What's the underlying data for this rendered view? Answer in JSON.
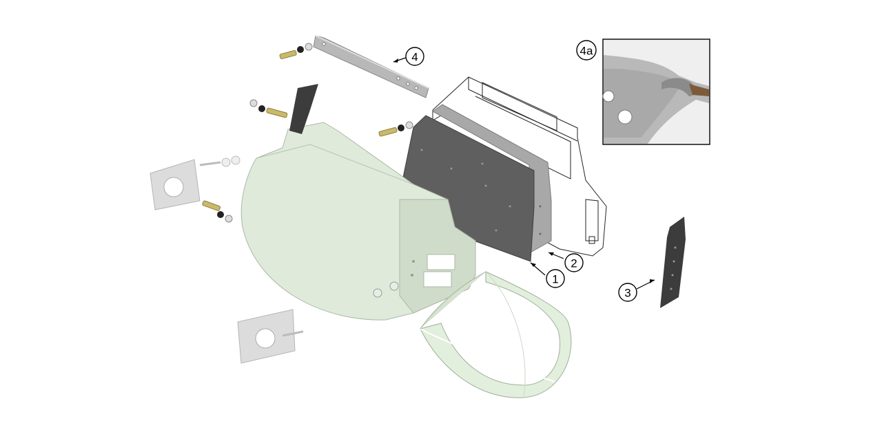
{
  "diagram": {
    "callouts": [
      {
        "id": "1",
        "label": "1"
      },
      {
        "id": "2",
        "label": "2"
      },
      {
        "id": "3",
        "label": "3"
      },
      {
        "id": "4",
        "label": "4"
      },
      {
        "id": "4a",
        "label": "4a"
      }
    ],
    "colors": {
      "drum": "#dfeadb",
      "liner_dark": "#5f5f5f",
      "liner_light": "#a8a8a8",
      "bracket": "#3c3c3c",
      "bolt": "#c9b96a",
      "inset_border": "#000000"
    },
    "parts": [
      {
        "name": "liner-panel-dark",
        "callout": "1"
      },
      {
        "name": "liner-panel-light",
        "callout": "2"
      },
      {
        "name": "side-bracket",
        "callout": "3"
      },
      {
        "name": "angle-strip",
        "callout": "4"
      },
      {
        "name": "angle-strip-detail-photo",
        "callout": "4a"
      }
    ]
  }
}
